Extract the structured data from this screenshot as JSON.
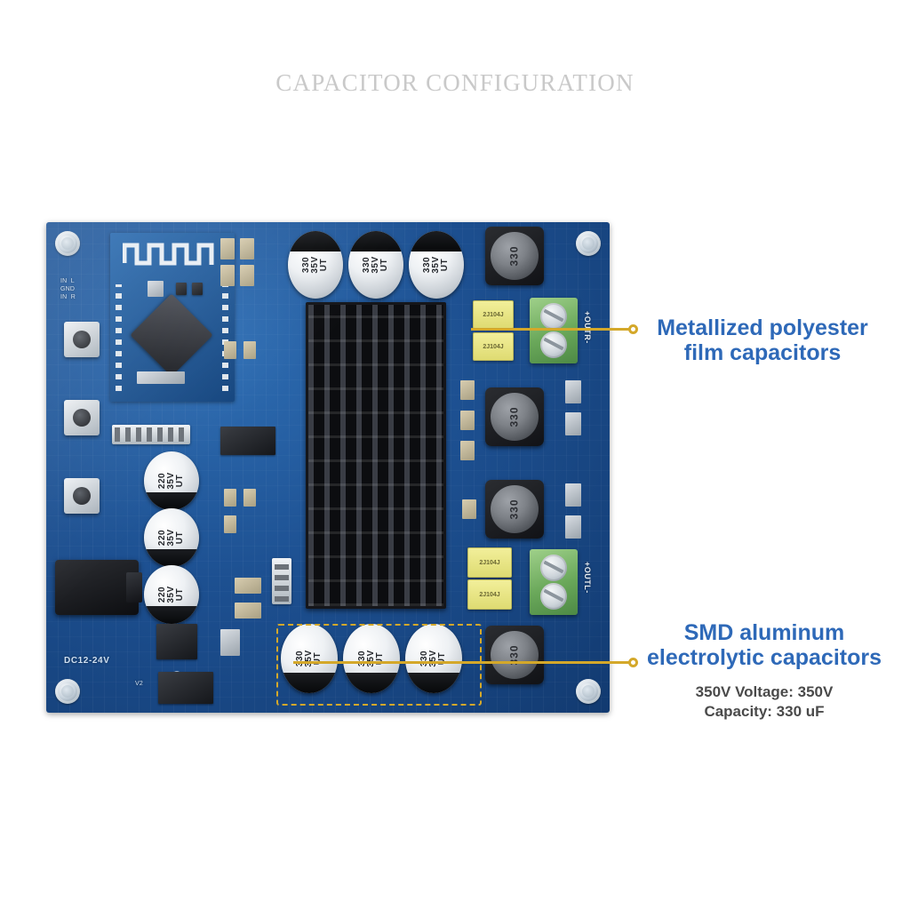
{
  "page": {
    "title": "CAPACITOR CONFIGURATION",
    "accent_blue": "#2e69b8",
    "accent_gold": "#d4a82a",
    "board_color": "#1d5091",
    "title_color": "#c9c9c9"
  },
  "callouts": [
    {
      "id": "film-capacitors",
      "text": "Metallized polyester\nfilm capacitors",
      "color": "#2e69b8"
    },
    {
      "id": "smd-capacitors",
      "text": "SMD aluminum\nelectrolytic capacitors",
      "color": "#2e69b8",
      "specs": "350V Voltage: 350V\nCapacity: 330 uF"
    }
  ],
  "board": {
    "power_label": "DC12-24V",
    "power_polarity_label": "V2",
    "output_right_label": "+OUTR-",
    "output_left_label": "+OUTL-",
    "capacitors_top": [
      {
        "value": "330\n35V\nUT"
      },
      {
        "value": "330\n35V\nUT"
      },
      {
        "value": "330\n35V\nUT"
      }
    ],
    "capacitors_bottom": [
      {
        "value": "330\n35V\nUT"
      },
      {
        "value": "330\n35V\nUT"
      },
      {
        "value": "330\n35V\nUT"
      }
    ],
    "capacitors_left": [
      {
        "value": "220\n35V\nUT"
      },
      {
        "value": "220\n35V\nUT"
      },
      {
        "value": "220\n35V\nUT"
      }
    ],
    "inductors": [
      {
        "value": "330"
      },
      {
        "value": "330"
      },
      {
        "value": "330"
      },
      {
        "value": "330"
      }
    ],
    "film_capacitors": [
      {
        "value": "2J104J"
      },
      {
        "value": "2J104J"
      },
      {
        "value": "2J104J"
      },
      {
        "value": "2J104J"
      }
    ],
    "buttons": [
      {
        "name": "prev-button"
      },
      {
        "name": "play-button"
      },
      {
        "name": "next-button"
      }
    ]
  }
}
